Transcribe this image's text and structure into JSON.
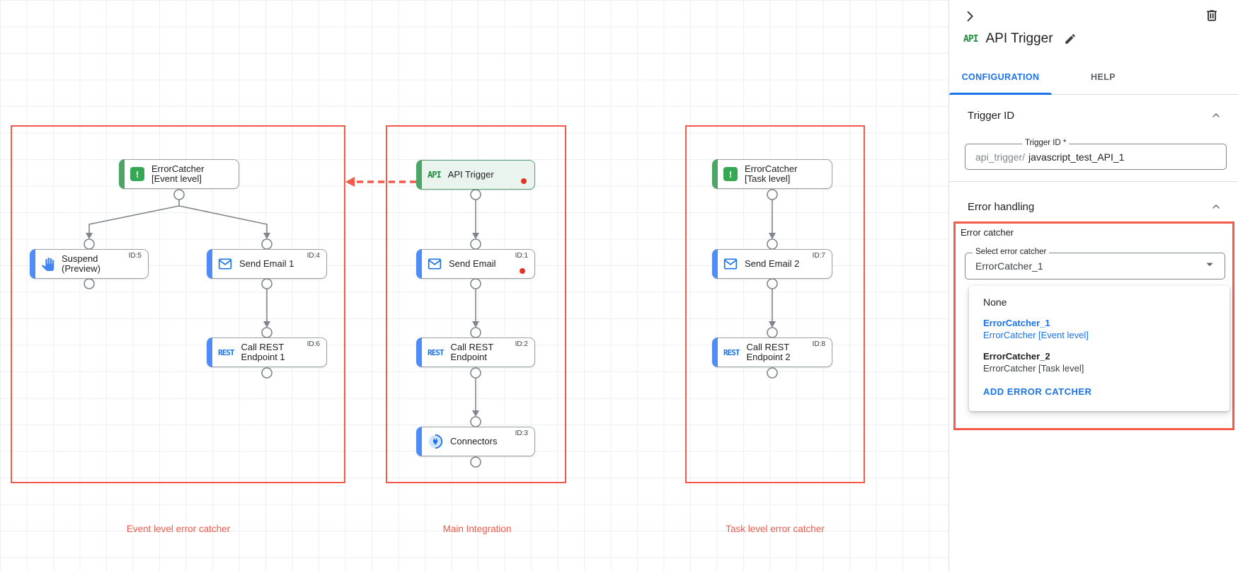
{
  "panel": {
    "title": "API Trigger",
    "api_badge": "API",
    "tabs": {
      "configuration": "CONFIGURATION",
      "help": "HELP"
    },
    "trigger_id": {
      "heading": "Trigger ID",
      "field_label": "Trigger ID *",
      "prefix": "api_trigger/",
      "value": "javascript_test_API_1"
    },
    "error_handling": {
      "heading": "Error handling",
      "group_label": "Error catcher",
      "select_label": "Select error catcher",
      "select_value": "ErrorCatcher_1",
      "dropdown": {
        "none": "None",
        "opt1_name": "ErrorCatcher_1",
        "opt1_detail": "ErrorCatcher [Event level]",
        "opt2_name": "ErrorCatcher_2",
        "opt2_detail": "ErrorCatcher [Task level]",
        "add": "ADD ERROR CATCHER"
      }
    }
  },
  "canvas": {
    "labels": {
      "left": "Event level error catcher",
      "middle": "Main Integration",
      "right": "Task level error catcher"
    },
    "rest_badge": "REST",
    "nodes": {
      "error_catcher_event": {
        "line1": "ErrorCatcher",
        "line2": "[Event level]",
        "badge": "!"
      },
      "suspend": {
        "line1": "Suspend",
        "line2": "(Preview)",
        "id": "ID:5"
      },
      "send_email_1": {
        "line1": "Send Email 1",
        "id": "ID:4"
      },
      "call_rest_1": {
        "line1": "Call REST",
        "line2": "Endpoint 1",
        "id": "ID:6"
      },
      "api_trigger": {
        "line1": "API Trigger",
        "badge": "API"
      },
      "send_email": {
        "line1": "Send Email",
        "id": "ID:1"
      },
      "call_rest": {
        "line1": "Call REST",
        "line2": "Endpoint",
        "id": "ID:2"
      },
      "connectors": {
        "line1": "Connectors",
        "id": "ID:3"
      },
      "error_catcher_task": {
        "line1": "ErrorCatcher",
        "line2": "[Task level]",
        "badge": "!"
      },
      "send_email_2": {
        "line1": "Send Email 2",
        "id": "ID:7"
      },
      "call_rest_2": {
        "line1": "Call REST",
        "line2": "Endpoint 2",
        "id": "ID:8"
      }
    }
  },
  "colors": {
    "group_red": "#f4594a",
    "error_dot_red": "#e53228",
    "green": "#34a853",
    "blue_accent": "#4e8df7",
    "link_blue": "#1a73e8",
    "node_border_gray": "#9aa0a6"
  }
}
